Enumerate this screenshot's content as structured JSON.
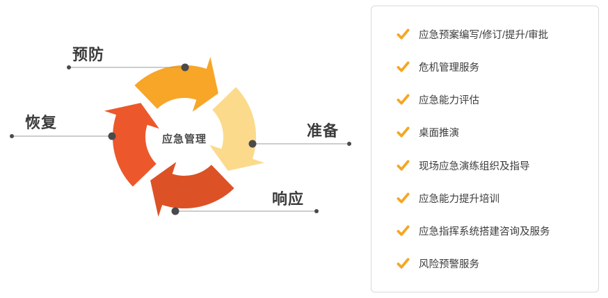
{
  "diagram": {
    "center_label": "应急管理",
    "nodes": [
      {
        "id": "prevention",
        "label": "预防"
      },
      {
        "id": "preparation",
        "label": "准备"
      },
      {
        "id": "response",
        "label": "响应"
      },
      {
        "id": "recovery",
        "label": "恢复"
      }
    ],
    "colors": {
      "prevention": "#F7A628",
      "preparation": "#FBDA8B",
      "response": "#DC5226",
      "recovery": "#EC582B",
      "connector": "#9B9B9B",
      "dot": "#4A4A4A"
    }
  },
  "services": {
    "check_color": "#F5A623",
    "items": [
      "应急预案编写/修订/提升/审批",
      "危机管理服务",
      "应急能力评估",
      "桌面推演",
      "现场应急演练组织及指导",
      "应急能力提升培训",
      "应急指挥系统搭建咨询及服务",
      "风险预警服务"
    ]
  }
}
